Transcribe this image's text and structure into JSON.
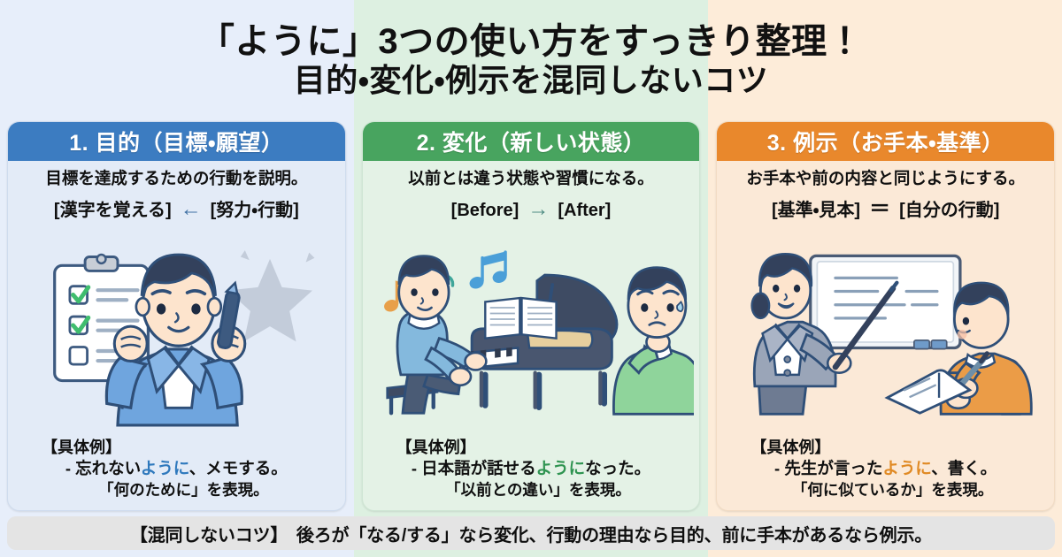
{
  "background": {
    "band_colors": [
      "#e7eefa",
      "#ddf0e1",
      "#fdecd9"
    ]
  },
  "title": {
    "line1": "「ように」3つの使い方をすっきり整理！",
    "line2": "目的・変化・例示を混同しないコツ"
  },
  "cards": [
    {
      "header": "1. 目的（目標・願望）",
      "header_color": "#3c7cc1",
      "body_color": "#e3ebf7",
      "description": "目標を達成するための行動を説明。",
      "formula": {
        "left": "[漢字を覚える]",
        "operator": "←",
        "operator_name": "left-arrow-icon",
        "right": "[努力・行動]"
      },
      "illustration_name": "businessman-with-checklist-illustration",
      "example": {
        "label": "【具体例】",
        "sentence_prefix": "- 忘れない",
        "sentence_highlight": "ように",
        "sentence_suffix": "、メモする。",
        "highlight_color": "#2f79bd",
        "note": "「何のために」を表現。"
      }
    },
    {
      "header": "2. 変化（新しい状態）",
      "header_color": "#48a45f",
      "body_color": "#e4f2e6",
      "description": "以前とは違う状態や習慣になる。",
      "formula": {
        "left": "[Before]",
        "operator": "→",
        "operator_name": "right-arrow-icon",
        "right": "[After]"
      },
      "illustration_name": "piano-player-and-worried-person-illustration",
      "example": {
        "label": "【具体例】",
        "sentence_prefix": "- 日本語が話せる",
        "sentence_highlight": "ように",
        "sentence_suffix": "なった。",
        "highlight_color": "#2f9451",
        "note": "「以前との違い」を表現。"
      }
    },
    {
      "header": "3. 例示（お手本・基準）",
      "header_color": "#e9882c",
      "body_color": "#fbe9d7",
      "description": "お手本や前の内容と同じようにする。",
      "formula": {
        "left": "[基準・見本]",
        "operator": "＝",
        "operator_name": "equals-icon",
        "right": "[自分の行動]"
      },
      "illustration_name": "teacher-pointing-at-whiteboard-and-student-illustration",
      "example": {
        "label": "【具体例】",
        "sentence_prefix": "- 先生が言った",
        "sentence_highlight": "ように",
        "sentence_suffix": "、書く。",
        "highlight_color": "#e08a24",
        "note": "「何に似ているか」を表現。"
      }
    }
  ],
  "footer": {
    "text": "【混同しないコツ】　後ろが「なる/する」なら変化、行動の理由なら目的、前に手本があるなら例示。"
  }
}
